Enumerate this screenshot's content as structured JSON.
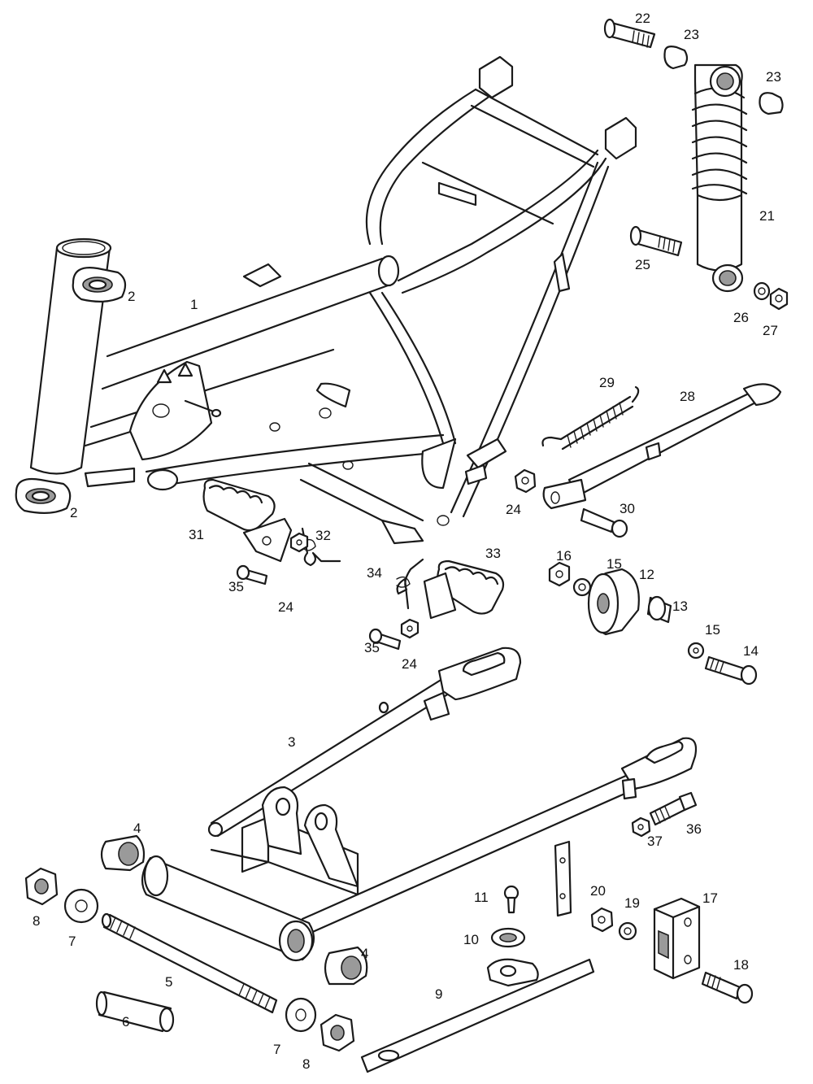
{
  "diagram": {
    "callouts": [
      {
        "id": "c1",
        "text": "1"
      },
      {
        "id": "c2a",
        "text": "2"
      },
      {
        "id": "c2b",
        "text": "2"
      },
      {
        "id": "c3",
        "text": "3"
      },
      {
        "id": "c4a",
        "text": "4"
      },
      {
        "id": "c4b",
        "text": "4"
      },
      {
        "id": "c5",
        "text": "5"
      },
      {
        "id": "c6",
        "text": "6"
      },
      {
        "id": "c7a",
        "text": "7"
      },
      {
        "id": "c7b",
        "text": "7"
      },
      {
        "id": "c8a",
        "text": "8"
      },
      {
        "id": "c8b",
        "text": "8"
      },
      {
        "id": "c9",
        "text": "9"
      },
      {
        "id": "c10",
        "text": "10"
      },
      {
        "id": "c11",
        "text": "11"
      },
      {
        "id": "c12",
        "text": "12"
      },
      {
        "id": "c13",
        "text": "13"
      },
      {
        "id": "c14",
        "text": "14"
      },
      {
        "id": "c15a",
        "text": "15"
      },
      {
        "id": "c15b",
        "text": "15"
      },
      {
        "id": "c16",
        "text": "16"
      },
      {
        "id": "c17",
        "text": "17"
      },
      {
        "id": "c18",
        "text": "18"
      },
      {
        "id": "c19",
        "text": "19"
      },
      {
        "id": "c20",
        "text": "20"
      },
      {
        "id": "c21",
        "text": "21"
      },
      {
        "id": "c22",
        "text": "22"
      },
      {
        "id": "c23a",
        "text": "23"
      },
      {
        "id": "c23b",
        "text": "23"
      },
      {
        "id": "c24a",
        "text": "24"
      },
      {
        "id": "c24b",
        "text": "24"
      },
      {
        "id": "c24c",
        "text": "24"
      },
      {
        "id": "c25",
        "text": "25"
      },
      {
        "id": "c26",
        "text": "26"
      },
      {
        "id": "c27",
        "text": "27"
      },
      {
        "id": "c28",
        "text": "28"
      },
      {
        "id": "c29",
        "text": "29"
      },
      {
        "id": "c30",
        "text": "30"
      },
      {
        "id": "c31",
        "text": "31"
      },
      {
        "id": "c32",
        "text": "32"
      },
      {
        "id": "c33",
        "text": "33"
      },
      {
        "id": "c34",
        "text": "34"
      },
      {
        "id": "c35a",
        "text": "35"
      },
      {
        "id": "c35b",
        "text": "35"
      },
      {
        "id": "c36",
        "text": "36"
      },
      {
        "id": "c37",
        "text": "37"
      }
    ]
  }
}
